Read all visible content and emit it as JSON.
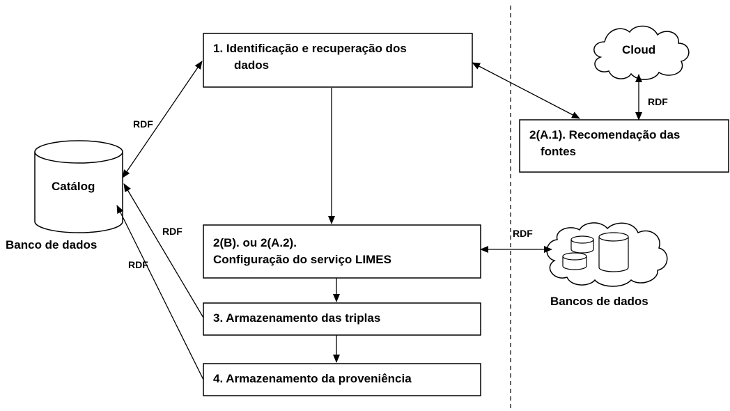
{
  "diagram": {
    "process_boxes": {
      "box1_line1": "1. Identificação e recuperação dos",
      "box1_line2": "dados",
      "box2a1_line1": "2(A.1). Recomendação das",
      "box2a1_line2": "fontes",
      "box2b_line1": "2(B). ou 2(A.2).",
      "box2b_line2": "Configuração do serviço LIMES",
      "box3": "3. Armazenamento das triplas",
      "box4": "4. Armazenamento da proveniência"
    },
    "catalog": {
      "inner_label": "Catálog",
      "caption": "Banco de dados"
    },
    "cloud": {
      "label": "Cloud"
    },
    "databases_cloud": {
      "caption": "Bancos de dados"
    },
    "edge_labels": {
      "rdf_box1_catalog": "RDF",
      "rdf_box3_catalog": "RDF",
      "rdf_box4_catalog": "RDF",
      "rdf_cloud_rec": "RDF",
      "rdf_limes_dbs": "RDF"
    }
  }
}
